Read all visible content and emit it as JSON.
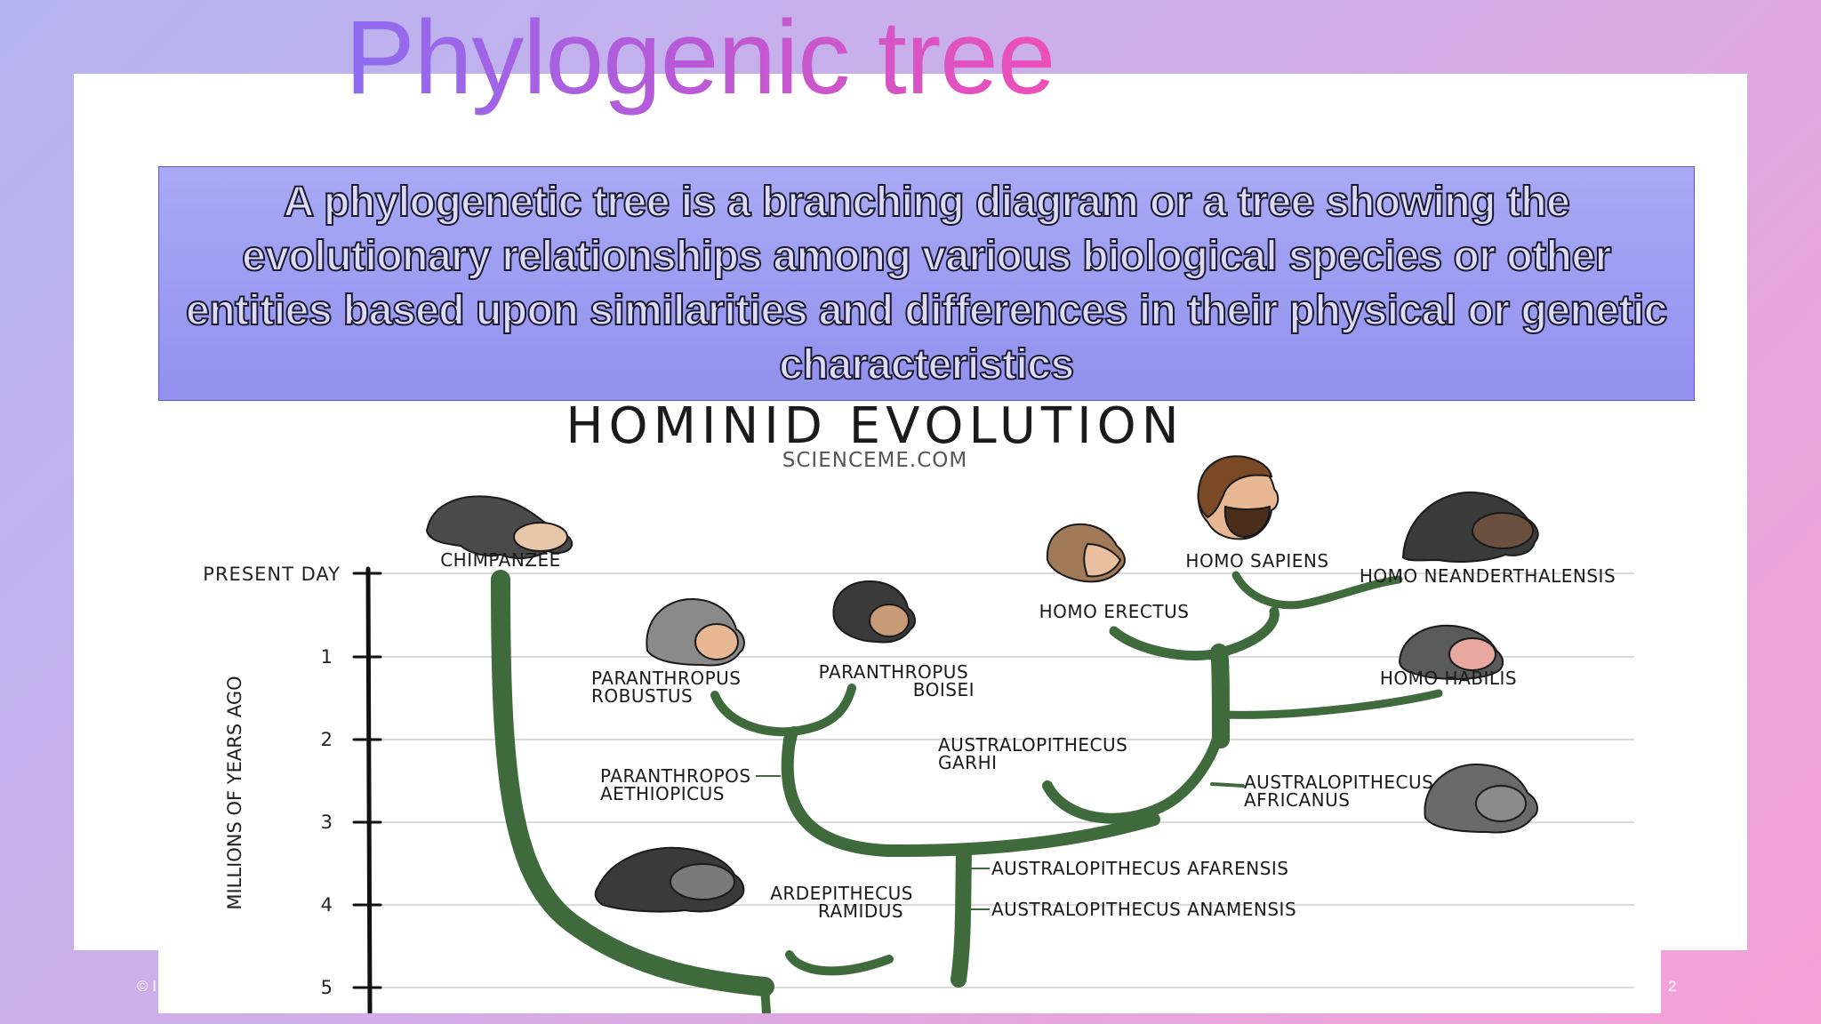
{
  "slide": {
    "title": "Phylogenic tree",
    "definition": "A phylogenetic tree is a branching diagram or a tree showing the evolutionary relationships among various biological species or other entities based upon similarities and differences in their physical or genetic characteristics",
    "footer_left": "© I",
    "page_number": "2"
  },
  "figure": {
    "title": "HOMINID EVOLUTION",
    "source": "SCIENCEME.COM",
    "axis_label": "MILLIONS OF YEARS AGO",
    "ticks": [
      "PRESENT DAY",
      "1",
      "2",
      "3",
      "4",
      "5"
    ],
    "species": {
      "chimpanzee": "CHIMPANZEE",
      "homo_sapiens": "HOMO SAPIENS",
      "homo_neanderthalensis": "HOMO NEANDERTHALENSIS",
      "homo_erectus": "HOMO ERECTUS",
      "homo_habilis": "HOMO HABILIS",
      "paranthropus_robustus_1": "PARANTHROPUS",
      "paranthropus_robustus_2": "ROBUSTUS",
      "paranthropus_boisei_1": "PARANTHROPUS",
      "paranthropus_boisei_2": "BOISEI",
      "australopithecus_garhi_1": "AUSTRALOPITHECUS",
      "australopithecus_garhi_2": "GARHI",
      "paranthropos_aethiopicus_1": "PARANTHROPOS",
      "paranthropos_aethiopicus_2": "AETHIOPICUS",
      "australopithecus_africanus_1": "AUSTRALOPITHECUS",
      "australopithecus_africanus_2": "AFRICANUS",
      "australopithecus_afarensis": "AUSTRALOPITHECUS AFARENSIS",
      "australopithecus_anamensis": "AUSTRALOPITHECUS ANAMENSIS",
      "ardepithecus_ramidus_1": "ARDEPITHECUS",
      "ardepithecus_ramidus_2": "RAMIDUS"
    }
  },
  "colors": {
    "branch": "#3f6b3c",
    "axis": "#111111",
    "definition_fill": "#9b9bf2",
    "title_gradient_start": "#8e6cf0",
    "title_gradient_end": "#ee4fb8"
  }
}
